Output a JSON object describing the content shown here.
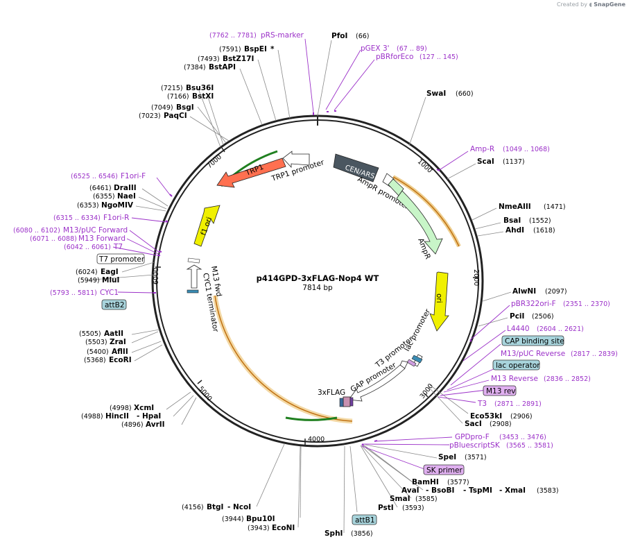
{
  "watermark": {
    "prefix": "Created by",
    "brand": "SnapGene"
  },
  "plasmid": {
    "name": "p414GPD-3xFLAG-Nop4 WT",
    "length": "7814 bp"
  },
  "ticks": [
    "1000",
    "2000",
    "3000",
    "4000",
    "5000",
    "6000",
    "7000"
  ],
  "features": {
    "cen_ars": "CEN/ARS",
    "ampr_promoter": "AmpR promoter",
    "ampr": "AmpR",
    "ori": "ori",
    "lac_promoter": "lac promoter",
    "t3_promoter": "T3 promoter",
    "gap_promoter": "GAP promoter",
    "flag": "3xFLAG",
    "trp1": "TRP1",
    "trp1_promoter": "TRP1 promoter",
    "f1_ori": "f1 ori",
    "m13_fwd": "M13 fwd",
    "cyc1_terminator": "CYC1 terminator"
  },
  "enzymes": {
    "pfoi": [
      "PfoI",
      "(66)"
    ],
    "swai": [
      "SwaI",
      "(660)"
    ],
    "scai": [
      "ScaI",
      "(1137)"
    ],
    "nmeaiii": [
      "NmeAIII",
      "(1471)"
    ],
    "bsai": [
      "BsaI",
      "(1552)"
    ],
    "ahdi": [
      "AhdI",
      "(1618)"
    ],
    "alwni": [
      "AlwNI",
      "(2097)"
    ],
    "pcii": [
      "PciI",
      "(2506)"
    ],
    "eco53ki": [
      "Eco53kI",
      "(2906)"
    ],
    "saci": [
      "SacI",
      "(2908)"
    ],
    "spei": [
      "SpeI",
      "(3571)"
    ],
    "bamhi": [
      "BamHI",
      "(3577)"
    ],
    "avai": [
      "AvaI",
      "- BsoBI",
      "- TspMI",
      "- XmaI",
      "(3583)"
    ],
    "smai": [
      "SmaI",
      "(3585)"
    ],
    "psti": [
      "PstI",
      "(3593)"
    ],
    "sphi": [
      "SphI",
      "(3856)"
    ],
    "btgi": [
      "(4156)",
      "BtgI",
      "- NcoI"
    ],
    "bpu10i": [
      "(3944)",
      "Bpu10I"
    ],
    "econi": [
      "(3943)",
      "EcoNI"
    ],
    "xcmi": [
      "(4998)",
      "XcmI"
    ],
    "hincii": [
      "(4988)",
      "HincII",
      "- HpaI"
    ],
    "avrii": [
      "(4896)",
      "AvrII"
    ],
    "aatii": [
      "(5505)",
      "AatII"
    ],
    "zrai": [
      "(5503)",
      "ZraI"
    ],
    "aflii": [
      "(5400)",
      "AflII"
    ],
    "ecori": [
      "(5368)",
      "EcoRI"
    ],
    "eagi": [
      "(6024)",
      "EagI"
    ],
    "mlui": [
      "(5949)",
      "MluI"
    ],
    "draiii": [
      "(6461)",
      "DraIII"
    ],
    "naei": [
      "(6355)",
      "NaeI"
    ],
    "ngomiv": [
      "(6353)",
      "NgoMIV"
    ],
    "bsu36i": [
      "(7215)",
      "Bsu36I"
    ],
    "bstxi": [
      "(7166)",
      "BstXI"
    ],
    "bsgi": [
      "(7049)",
      "BsgI"
    ],
    "paqci": [
      "(7023)",
      "PaqCI"
    ],
    "bspei": [
      "(7591)",
      "BspEI",
      "*"
    ],
    "bstz17i": [
      "(7493)",
      "BstZ17I"
    ],
    "bstapi": [
      "(7384)",
      "BstAPI"
    ]
  },
  "primers": {
    "prs_marker": [
      "(7762 .. 7781)",
      "pRS-marker"
    ],
    "pgex3": [
      "pGEX 3'",
      "(67 .. 89)"
    ],
    "pbrforeco": [
      "pBRforEco",
      "(127 .. 145)"
    ],
    "ampr_r": [
      "Amp-R",
      "(1049 .. 1068)"
    ],
    "pbr322ori": [
      "pBR322ori-F",
      "(2351 .. 2370)"
    ],
    "l4440": [
      "L4440",
      "(2604 .. 2621)"
    ],
    "m13puc_rev": [
      "M13/pUC Reverse",
      "(2817 .. 2839)"
    ],
    "m13_reverse": [
      "M13 Reverse",
      "(2836 .. 2852)"
    ],
    "t3": [
      "T3",
      "(2871 .. 2891)"
    ],
    "gpdpro": [
      "GPDpro-F",
      "(3453 .. 3476)"
    ],
    "pbluescriptsk": [
      "pBluescriptSK",
      "(3565 .. 3581)"
    ],
    "f1ori_f": [
      "(6525 .. 6546)",
      "F1ori-F"
    ],
    "f1ori_r": [
      "(6315 .. 6334)",
      "F1ori-R"
    ],
    "m13puc_fwd": [
      "(6080 .. 6102)",
      "M13/pUC Forward"
    ],
    "m13_fwd": [
      "(6071 .. 6088)",
      "M13 Forward"
    ],
    "t7": [
      "(6042 .. 6061)",
      "T7"
    ],
    "cyc1": [
      "(5793 .. 5811)",
      "CYC1"
    ]
  },
  "boxed": {
    "cap": "CAP binding site",
    "lac_op": "lac operator",
    "m13rev": "M13 rev",
    "sk_primer": "SK primer",
    "attb1": "attB1",
    "attb2": "attB2",
    "t7_promoter": "T7 promoter"
  },
  "colors": {
    "backbone": "#222222",
    "primer": "#9b30c8",
    "ampr": "#c8f5c8",
    "ori": "#f0f000",
    "trp1": "#ff7050",
    "cen_ars": "#4a5660",
    "orf_orange": "#e8a030",
    "orf_green": "#50a030",
    "cyan_box": "#a8d4dc",
    "pink_box": "#e0b0f0"
  }
}
